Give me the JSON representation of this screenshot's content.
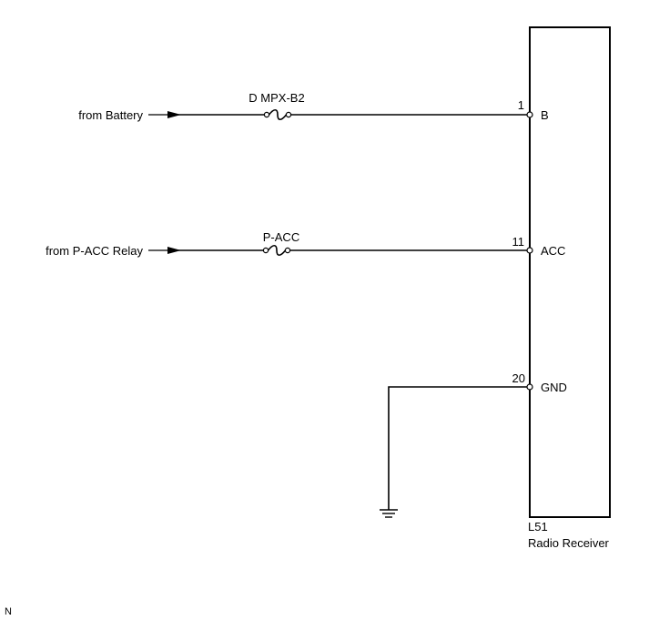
{
  "component": {
    "code": "L51",
    "name": "Radio Receiver"
  },
  "circuits": [
    {
      "source": "from Battery",
      "fuse": "D MPX-B2",
      "pin": "1",
      "terminal": "B"
    },
    {
      "source": "from P-ACC Relay",
      "fuse": "P-ACC",
      "pin": "11",
      "terminal": "ACC"
    }
  ],
  "ground": {
    "pin": "20",
    "terminal": "GND"
  },
  "footer_mark": "N"
}
